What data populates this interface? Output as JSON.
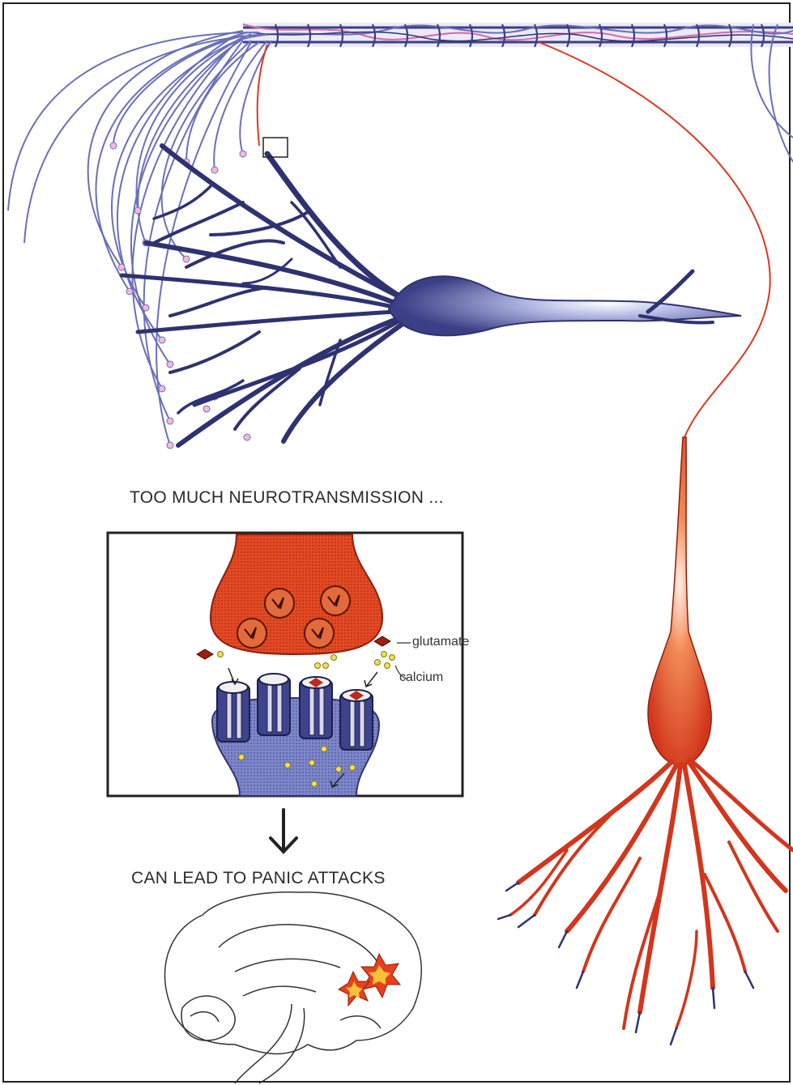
{
  "captions": {
    "top": "TOO MUCH NEUROTRANSMISSION ...",
    "bottom": "CAN LEAD TO PANIC ATTACKS"
  },
  "labels": {
    "glutamate": "glutamate",
    "calcium": "calcium"
  },
  "colors": {
    "blue_neuron": "#3b3f86",
    "blue_soma_light": "#9aa3d8",
    "red_neuron": "#d93a1f",
    "axon_fibers": "#6b6fb8",
    "pink_terminal": "#f3b9d8",
    "calcium_yellow": "#f0e050",
    "panic_star": "#e8401c",
    "panic_star_inner": "#f5c23a"
  }
}
